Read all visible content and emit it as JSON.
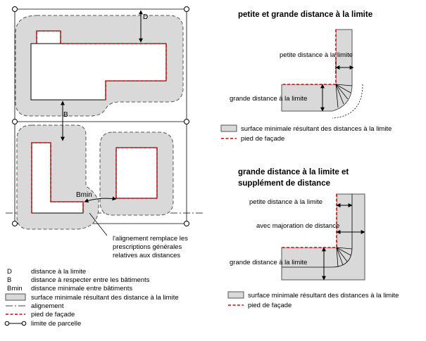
{
  "plan": {
    "label_D": "D",
    "label_B": "B",
    "label_Bmin": "Bmin",
    "note_alignment": [
      "l'alignement remplace les",
      "prescriptions générales",
      "relatives aux distances"
    ]
  },
  "legend": {
    "items": [
      {
        "symbol": "D",
        "text": "distance à la limite"
      },
      {
        "symbol": "B",
        "text": "distance à respecter entre les bâtiments"
      },
      {
        "symbol": "Bmin",
        "text": "distance minimale entre bâtiments"
      },
      {
        "symbol": "gray-box",
        "text": "surface minimale résultant des distance à la limite"
      },
      {
        "symbol": "dash-dot-line",
        "text": "alignement"
      },
      {
        "symbol": "red-dashed-line",
        "text": "pied de façade"
      },
      {
        "symbol": "circle-line",
        "text": "limite de parcelle"
      }
    ]
  },
  "detail1": {
    "title": "petite et grande distance à la limite",
    "label_small": "petite distance à la limite",
    "label_large": "grande distance à la limite",
    "legend_surface": "surface minimale résultant des distances à la limite",
    "legend_facade": "pied de façade"
  },
  "detail2": {
    "title_line1": "grande distance à la limite et",
    "title_line2": "supplément de distance",
    "label_small": "petite distance à la limite",
    "label_increase": "avec majoration de distance",
    "label_large": "grande distance à la limite",
    "legend_surface": "surface minimale résultant des distances à la limite",
    "legend_facade": "pied de façade"
  },
  "colors": {
    "facade": "#e00000",
    "surface": "#d9d9d9"
  }
}
